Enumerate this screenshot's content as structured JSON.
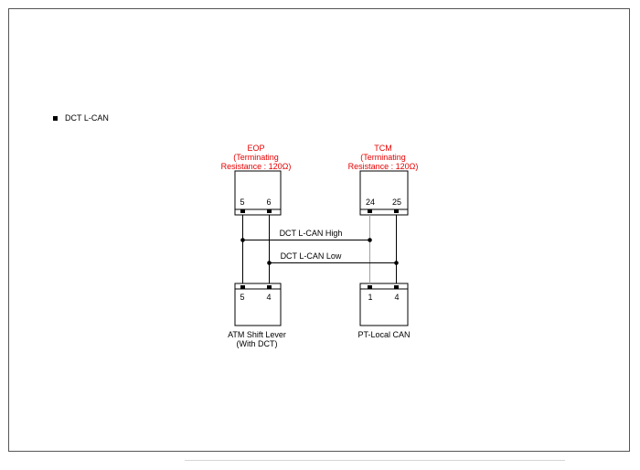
{
  "section": {
    "title": "DCT L-CAN"
  },
  "connectors": {
    "eop": {
      "name": "EOP",
      "note_line1": "(Terminating",
      "note_line2": "Resistance : 120Ω)",
      "pin_a": "5",
      "pin_b": "6"
    },
    "tcm": {
      "name": "TCM",
      "note_line1": "(Terminating",
      "note_line2": "Resistance : 120Ω)",
      "pin_a": "24",
      "pin_b": "25"
    },
    "atm": {
      "name_line1": "ATM Shift Lever",
      "name_line2": "(With DCT)",
      "pin_a": "5",
      "pin_b": "4"
    },
    "ptcan": {
      "name_line1": "PT-Local CAN",
      "pin_a": "1",
      "pin_b": "4"
    }
  },
  "wires": {
    "high": {
      "label": "DCT L-CAN High"
    },
    "low": {
      "label": "DCT L-CAN Low"
    }
  },
  "colors": {
    "label_red": "#e60000",
    "wire_black": "#000000",
    "wire_gray": "#a0a0a0"
  }
}
